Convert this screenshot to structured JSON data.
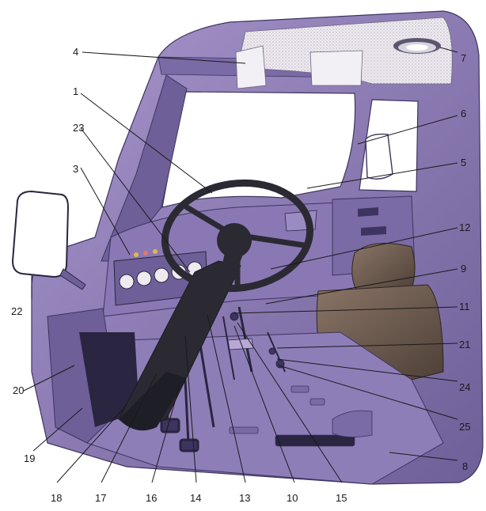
{
  "callouts": [
    {
      "id": "1",
      "label": "1"
    },
    {
      "id": "2",
      "label": "22"
    },
    {
      "id": "3",
      "label": "3"
    },
    {
      "id": "4",
      "label": "4"
    },
    {
      "id": "5",
      "label": "5"
    },
    {
      "id": "6",
      "label": "6"
    },
    {
      "id": "7",
      "label": "7"
    },
    {
      "id": "8",
      "label": "8"
    },
    {
      "id": "9",
      "label": "9"
    },
    {
      "id": "10",
      "label": "10"
    },
    {
      "id": "11",
      "label": "11"
    },
    {
      "id": "12",
      "label": "12"
    },
    {
      "id": "13",
      "label": "13"
    },
    {
      "id": "14",
      "label": "14"
    },
    {
      "id": "15",
      "label": "15"
    },
    {
      "id": "16",
      "label": "16"
    },
    {
      "id": "17",
      "label": "17"
    },
    {
      "id": "18",
      "label": "18"
    },
    {
      "id": "19",
      "label": "19"
    },
    {
      "id": "20",
      "label": "20"
    },
    {
      "id": "21",
      "label": "21"
    },
    {
      "id": "23",
      "label": "23"
    },
    {
      "id": "24",
      "label": "24"
    },
    {
      "id": "25",
      "label": "25"
    }
  ],
  "colors": {
    "body_purple": "#8a78b4",
    "body_dark": "#5e4f86",
    "body_light": "#b7a8d6",
    "headliner": "#ece9ef",
    "seat": "#6b5a4e",
    "steering": "#2b2a33",
    "glass": "#ffffff"
  }
}
